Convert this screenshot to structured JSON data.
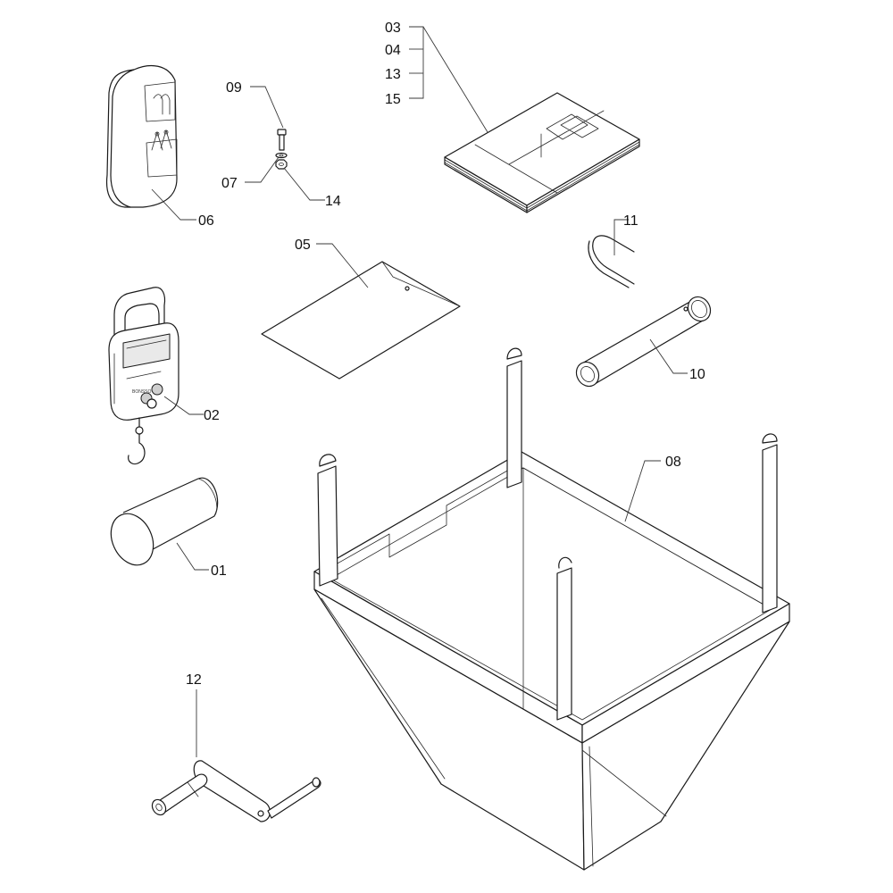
{
  "parts": {
    "p01": "01",
    "p02": "02",
    "p03": "03",
    "p04": "04",
    "p05": "05",
    "p06": "06",
    "p07": "07",
    "p08": "08",
    "p09": "09",
    "p10": "10",
    "p11": "11",
    "p12": "12",
    "p13": "13",
    "p14": "14",
    "p15": "15"
  },
  "scale_brand": "BONSSO"
}
